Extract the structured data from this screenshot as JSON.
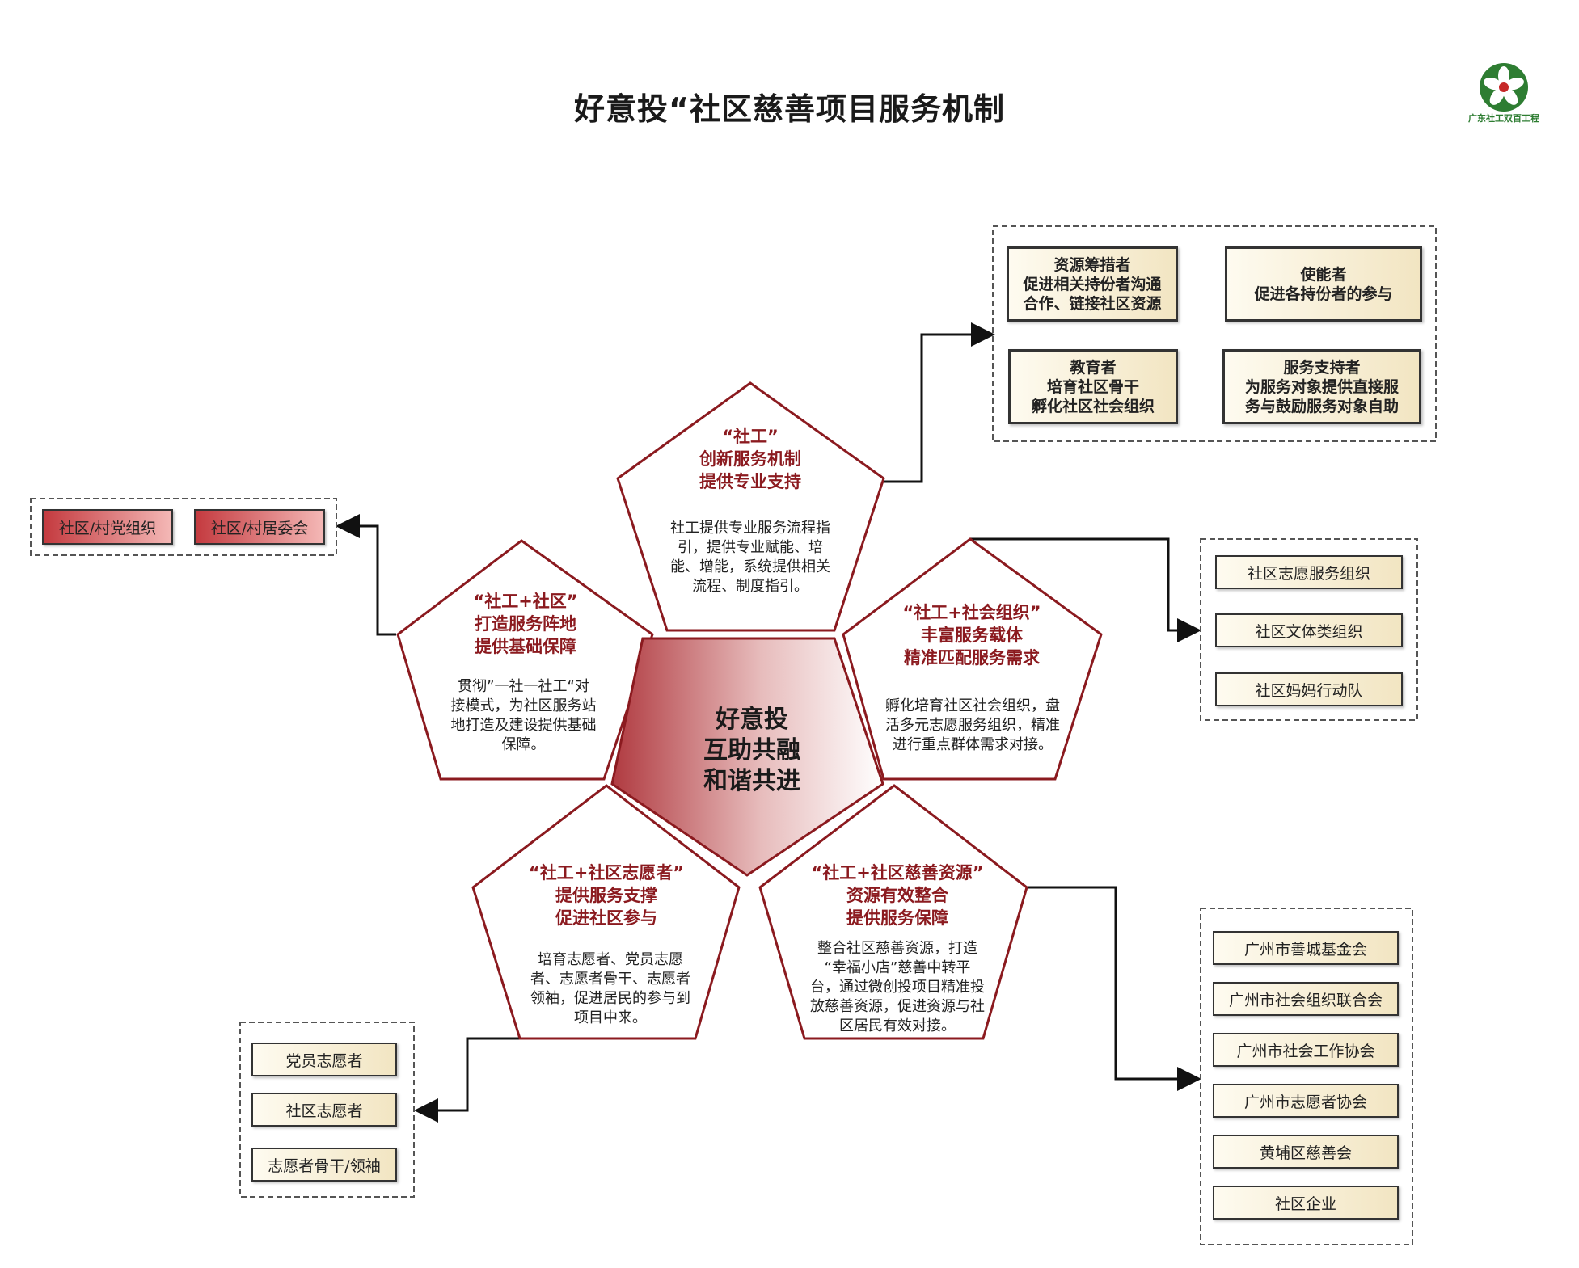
{
  "title": "好意投“社区慈善项目服务机制",
  "logo": {
    "text": "广东社工双百工程",
    "color": "#2e7d32"
  },
  "colors": {
    "accent": "#8b1a1f",
    "center_from": "#b03a40",
    "card_from": "#fefbf0",
    "card_to": "#f2e5c2"
  },
  "center": {
    "lines": [
      "好意投",
      "互助共融",
      "和谐共进"
    ]
  },
  "pentagons": {
    "social_worker": {
      "heading": [
        "“社工”",
        "创新服务机制",
        "提供专业支持"
      ],
      "desc": [
        "社工提供专业服务流程指",
        "引，提供专业赋能、培",
        "能、增能，系统提供相关",
        "流程、制度指引。"
      ]
    },
    "community": {
      "heading": [
        "“社工+社区”",
        "打造服务阵地",
        "提供基础保障"
      ],
      "desc": [
        "贯彻”一社一社工“对",
        "接模式，为社区服务站",
        "地打造及建设提供基础",
        "保障。"
      ]
    },
    "social_org": {
      "heading": [
        "“社工+社会组织”",
        "丰富服务载体",
        "精准匹配服务需求"
      ],
      "desc": [
        "孵化培育社区社会组织，盘",
        "活多元志愿服务组织，精准",
        "进行重点群体需求对接。"
      ]
    },
    "volunteer": {
      "heading": [
        "“社工+社区志愿者”",
        "提供服务支撑",
        "促进社区参与"
      ],
      "desc": [
        "培育志愿者、党员志愿",
        "者、志愿者骨干、志愿者",
        "领袖，促进居民的参与到",
        "项目中来。"
      ]
    },
    "charity": {
      "heading": [
        "“社工+社区慈善资源”",
        "资源有效整合",
        "提供服务保障"
      ],
      "desc": [
        "整合社区慈善资源，打造",
        "“幸福小店”慈善中转平",
        "台，通过微创投项目精准投",
        "放慈善资源，促进资源与社",
        "区居民有效对接。"
      ]
    }
  },
  "roles": [
    {
      "lines": [
        "资源筹措者",
        "促进相关持份者沟通",
        "合作、链接社区资源"
      ]
    },
    {
      "lines": [
        "使能者",
        "促进各持份者的参与"
      ]
    },
    {
      "lines": [
        "教育者",
        "培育社区骨干",
        "孵化社区社会组织"
      ]
    },
    {
      "lines": [
        "服务支持者",
        "为服务对象提供直接服",
        "务与鼓励服务对象自助"
      ]
    }
  ],
  "party": [
    "社区/村党组织",
    "社区/村居委会"
  ],
  "social_orgs": [
    "社区志愿服务组织",
    "社区文体类组织",
    "社区妈妈行动队"
  ],
  "volunteers": [
    "党员志愿者",
    "社区志愿者",
    "志愿者骨干/领袖"
  ],
  "charity_orgs": [
    "广州市善城基金会",
    "广州市社会组织联合会",
    "广州市社会工作协会",
    "广州市志愿者协会",
    "黄埔区慈善会",
    "社区企业"
  ]
}
